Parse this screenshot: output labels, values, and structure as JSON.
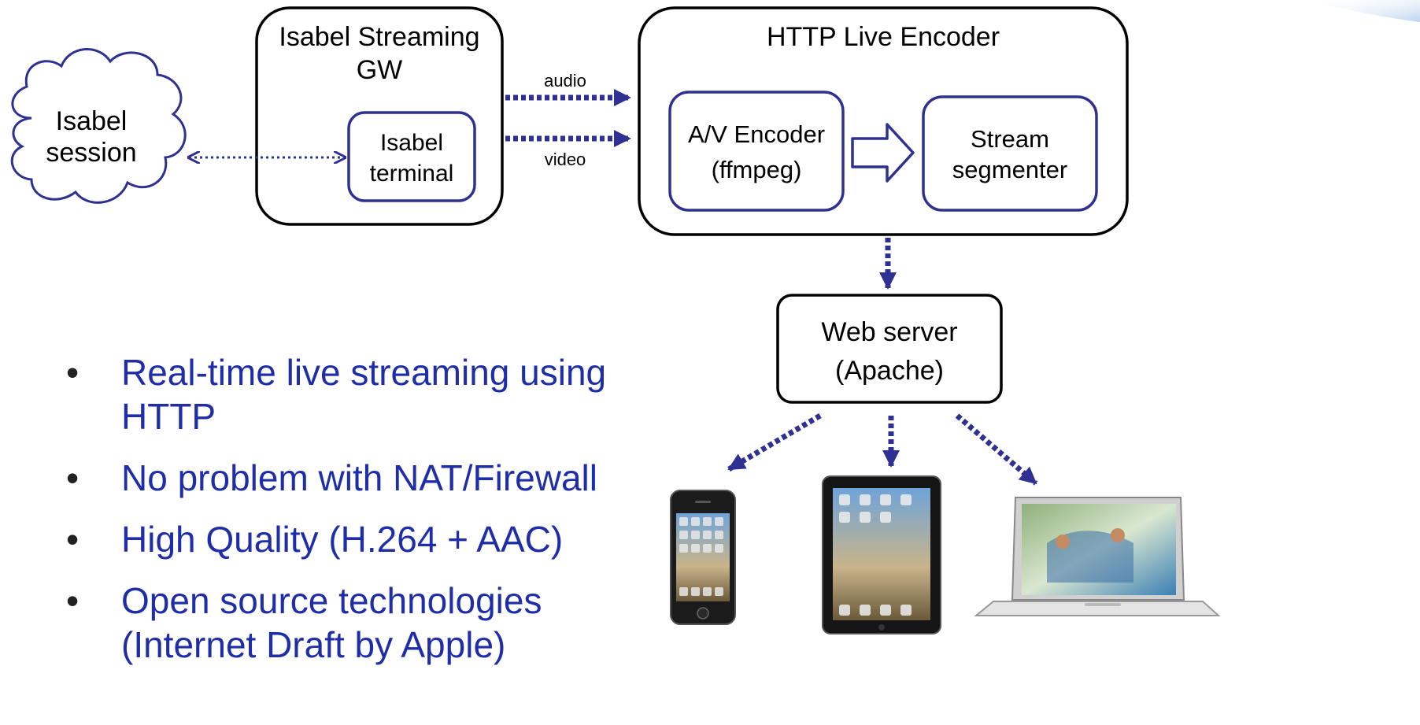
{
  "colors": {
    "accent_blue": "#2e3192",
    "text_blue": "#1f2da8",
    "box_border": "#000000",
    "inner_border": "#2e3192",
    "corner_gradient": "#bcd4ee"
  },
  "cloud": {
    "label_line1": "Isabel",
    "label_line2": "session"
  },
  "gateway": {
    "title_line1": "Isabel Streaming",
    "title_line2": "GW",
    "terminal": {
      "line1": "Isabel",
      "line2": "terminal"
    }
  },
  "links": {
    "audio": "audio",
    "video": "video"
  },
  "encoder": {
    "title": "HTTP Live Encoder",
    "av_encoder": {
      "line1": "A/V Encoder",
      "line2": "(ffmpeg)"
    },
    "segmenter": {
      "line1": "Stream",
      "line2": "segmenter"
    }
  },
  "webserver": {
    "line1": "Web server",
    "line2": "(Apache)"
  },
  "devices": [
    "iphone-icon",
    "ipad-icon",
    "laptop-icon"
  ],
  "bullets": [
    {
      "line1": "Real-time live streaming using",
      "line2": "HTTP"
    },
    {
      "line1": "No problem with NAT/Firewall",
      "line2": ""
    },
    {
      "line1": "High Quality (H.264 + AAC)",
      "line2": ""
    },
    {
      "line1": "Open source technologies",
      "line2": "(Internet Draft by Apple)"
    }
  ],
  "bullet_symbol": "•"
}
